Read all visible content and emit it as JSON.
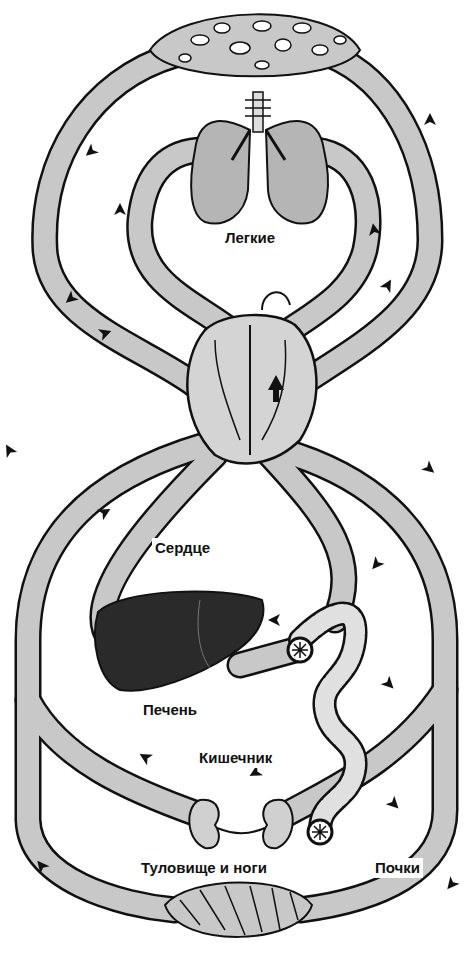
{
  "diagram": {
    "labels": [
      "Легкие",
      "Сердце",
      "Печень",
      "Кишечник",
      "Почки",
      "Туловище и ноги"
    ]
  }
}
